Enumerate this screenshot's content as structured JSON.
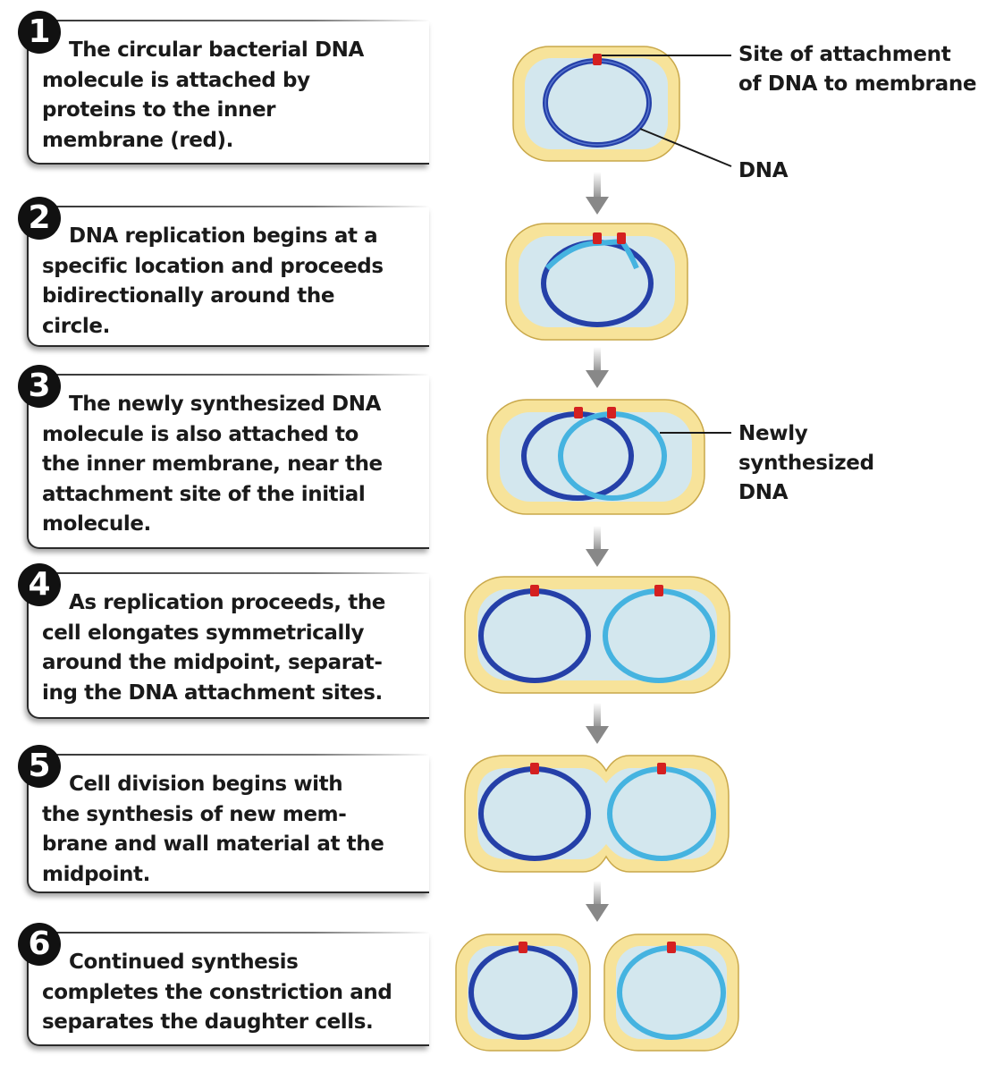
{
  "steps": [
    {
      "number": "1",
      "lines": [
        "The circular bacterial DNA",
        "molecule is attached by",
        "proteins to the inner",
        "membrane (red)."
      ]
    },
    {
      "number": "2",
      "lines": [
        "DNA replication begins at a",
        "specific location and proceeds",
        "bidirectionally around the",
        "circle."
      ]
    },
    {
      "number": "3",
      "lines": [
        "The newly synthesized DNA",
        "molecule is also attached to",
        "the inner membrane, near the",
        "attachment site of the initial",
        "molecule."
      ]
    },
    {
      "number": "4",
      "lines": [
        "As replication proceeds, the",
        "cell elongates symmetrically",
        "around the midpoint, separat-",
        "ing the DNA attachment sites."
      ]
    },
    {
      "number": "5",
      "lines": [
        "Cell division begins with",
        "the synthesis of new mem-",
        "brane and wall material at the",
        "midpoint."
      ]
    },
    {
      "number": "6",
      "lines": [
        "Continued synthesis",
        "completes the constriction and",
        "separates the daughter cells."
      ]
    }
  ],
  "labels": {
    "attachment_line1": "Site of attachment",
    "attachment_line2": "of DNA to membrane",
    "dna": "DNA",
    "newly_line1": "Newly",
    "newly_line2": "synthesized",
    "newly_line3": "DNA"
  },
  "colors": {
    "cell_wall": "#f7e39a",
    "cell_wall_edge": "#c9a84a",
    "cytoplasm": "#d3e7ee",
    "dna_original": "#2540a8",
    "dna_new": "#45b3e0",
    "attachment_protein": "#d42020",
    "arrow": "#888888"
  },
  "icons": [
    "step-number-badge",
    "down-arrow-icon"
  ]
}
